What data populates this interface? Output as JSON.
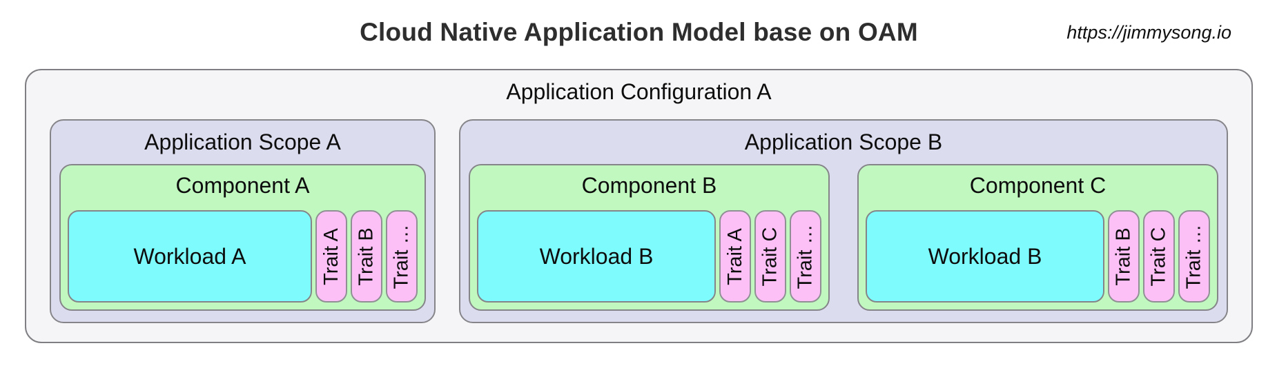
{
  "header": {
    "title": "Cloud Native Application Model base on OAM",
    "url": "https://jimmysong.io"
  },
  "colors": {
    "page-bg": "#ffffff",
    "config-fill": "#f5f5f7",
    "scope-fill": "#dcdcef",
    "component-fill": "#c0f8bf",
    "workload-fill": "#7efbfc",
    "trait-fill": "#fcc0f7",
    "border-color": "#858589",
    "text-color": "#0d0d0d",
    "title-color": "#2e2e2e"
  },
  "diagram": {
    "config": {
      "label": "Application Configuration A",
      "scopes": [
        {
          "label": "Application Scope A",
          "components": [
            {
              "label": "Component A",
              "workload": "Workload A",
              "traits": [
                "Trait A",
                "Trait B",
                "Trait …"
              ]
            }
          ]
        },
        {
          "label": "Application Scope B",
          "components": [
            {
              "label": "Component B",
              "workload": "Workload B",
              "traits": [
                "Trait A",
                "Trait C",
                "Trait …"
              ]
            },
            {
              "label": "Component C",
              "workload": "Workload B",
              "traits": [
                "Trait B",
                "Trait C",
                "Trait …"
              ]
            }
          ]
        }
      ]
    }
  }
}
